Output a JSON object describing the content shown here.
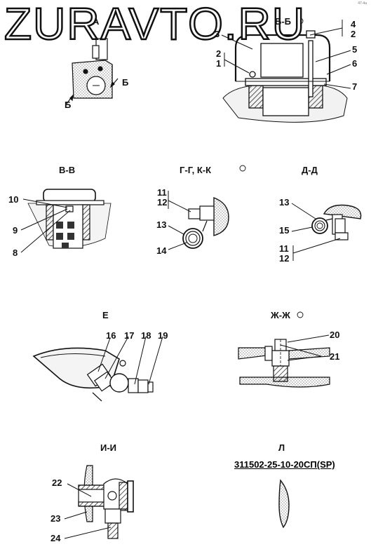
{
  "watermark": "ZURAVTO.RU",
  "corner_note": "47-4а",
  "document_code": "311502-25-10-20СП(SP)",
  "views": {
    "a": "А",
    "bb": "Б-Б",
    "vv": "В-В",
    "gg": "Г-Г, К-К",
    "dd": "Д-Д",
    "e": "Е",
    "zhzh": "Ж-Ж",
    "ii": "И-И",
    "l": "Л"
  },
  "arrow_letter": "Б",
  "callouts": {
    "n1": "1",
    "n2": "2",
    "n3": "3",
    "n4": "4",
    "n5": "5",
    "n6": "6",
    "n7": "7",
    "n8": "8",
    "n9": "9",
    "n10": "10",
    "n11": "11",
    "n12": "12",
    "n13": "13",
    "n14": "14",
    "n15": "15",
    "n16": "16",
    "n17": "17",
    "n18": "18",
    "n19": "19",
    "n20": "20",
    "n21": "21",
    "n22": "22",
    "n23": "23",
    "n24": "24"
  }
}
